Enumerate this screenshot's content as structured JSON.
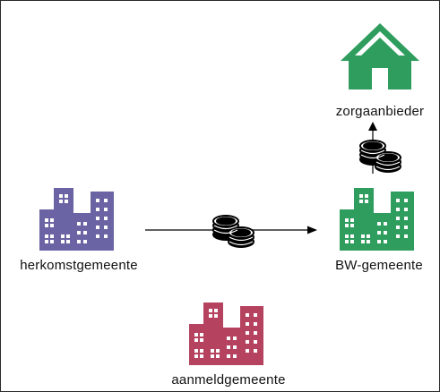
{
  "colors": {
    "origin": "#6a64a4",
    "bw": "#2f9d5d",
    "registration": "#b5435f",
    "provider": "#2f9d5d",
    "arrow": "#000000",
    "coins": "#000000"
  },
  "nodes": {
    "origin_municipality": {
      "label": "herkomstgemeente",
      "icon": "city-buildings-icon"
    },
    "bw_municipality": {
      "label": "BW-gemeente",
      "icon": "city-buildings-icon"
    },
    "registration_municipality": {
      "label": "aanmeldgemeente",
      "icon": "city-buildings-icon"
    },
    "care_provider": {
      "label": "zorgaanbieder",
      "icon": "house-icon"
    }
  },
  "flows": [
    {
      "from": "origin_municipality",
      "to": "bw_municipality",
      "icon": "coins-icon"
    },
    {
      "from": "bw_municipality",
      "to": "care_provider",
      "icon": "coins-icon"
    }
  ]
}
